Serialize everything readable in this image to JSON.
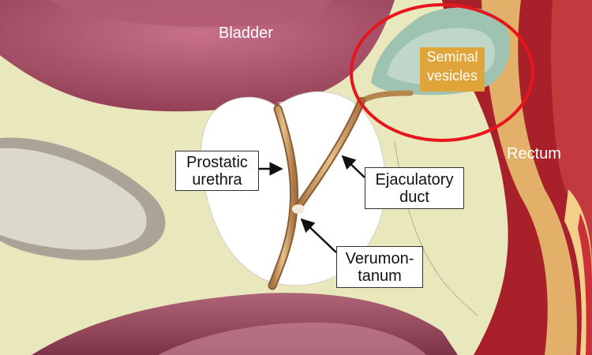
{
  "labels": {
    "bladder": "Bladder",
    "rectum": "Rectum",
    "seminal_vesicles": [
      "Seminal",
      "vesicles"
    ],
    "prostatic_urethra": [
      "Prostatic",
      "urethra"
    ],
    "ejaculatory_duct": [
      "Ejaculatory",
      "duct"
    ],
    "verumontanum": [
      "Verumon-",
      "tanum"
    ]
  },
  "colors": {
    "background": "#e9e8bd",
    "bladder": "#a85068",
    "rectum_wall": "#a8202a",
    "prostate": "#ffffff",
    "duct": "#c9955a",
    "seminal_vesicle": "#9fc3b1",
    "seminal_label_bg": "#e0a53a",
    "highlight_circle": "#e8151c"
  },
  "icons": {
    "highlight": "red-ellipse-highlight",
    "pointers": "black-arrow"
  }
}
